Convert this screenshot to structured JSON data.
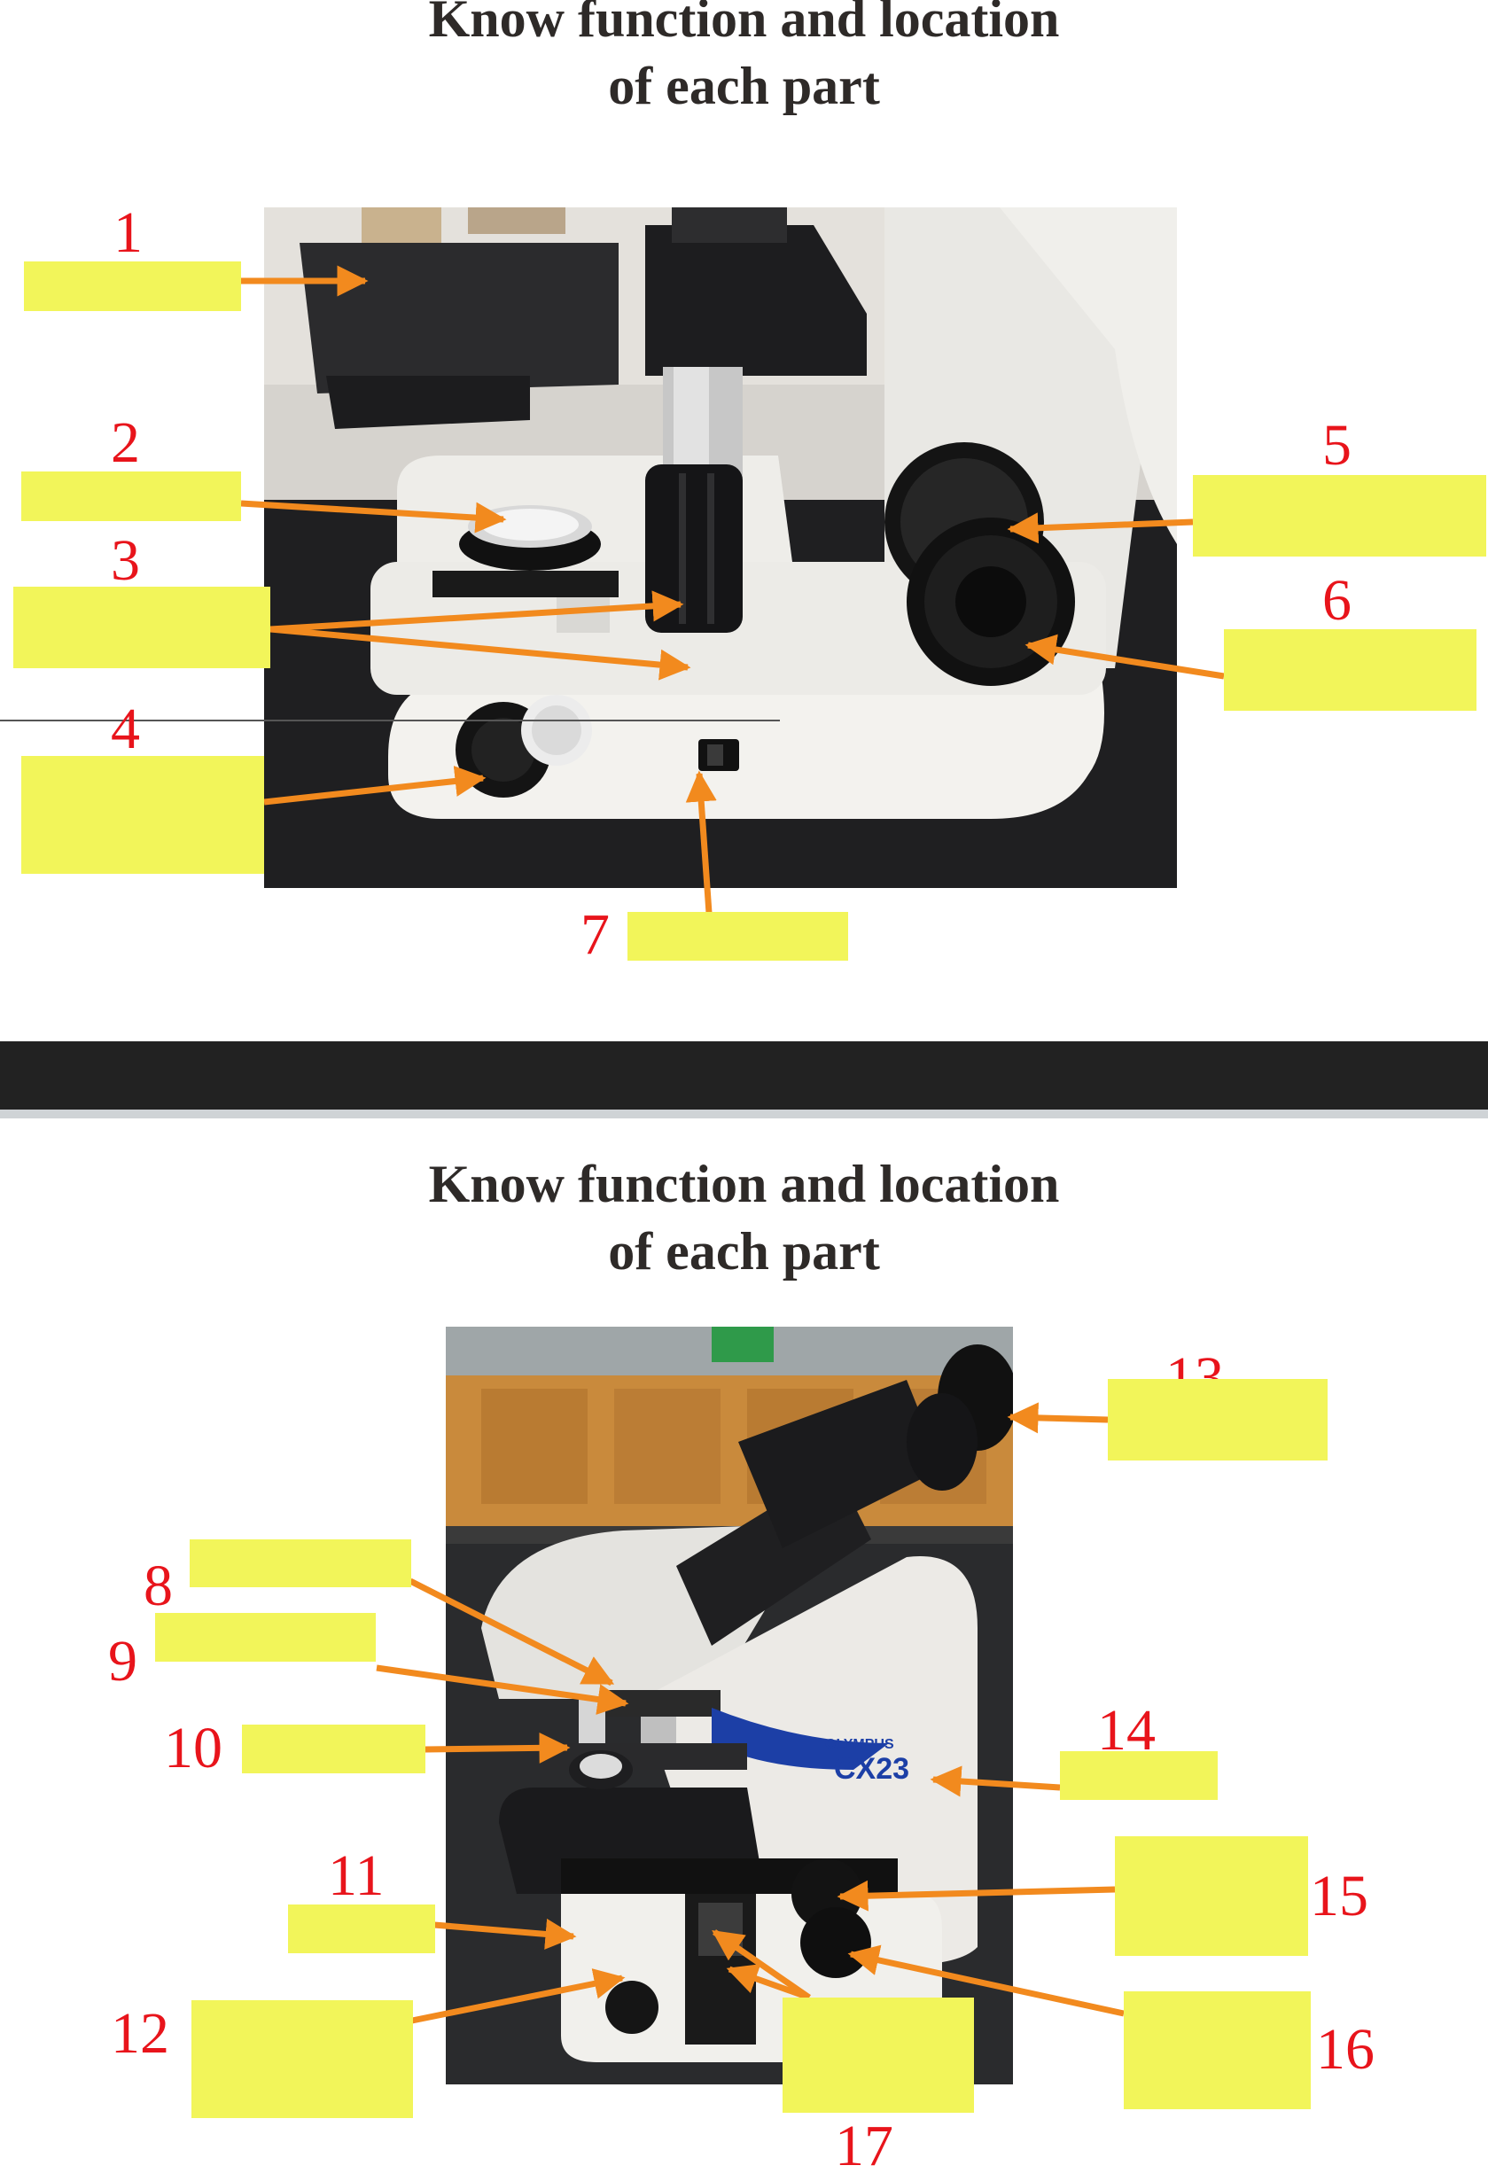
{
  "colors": {
    "number_text": "#e8141b",
    "label_box": "#f2f55a",
    "arrow": "#f28a1e",
    "title_text": "#2e2a28",
    "divider": "#222222"
  },
  "slides": [
    {
      "title_line1": "Know function and location",
      "title_line2": "of each part",
      "labels": [
        {
          "number": "1"
        },
        {
          "number": "2"
        },
        {
          "number": "3"
        },
        {
          "number": "4"
        },
        {
          "number": "5"
        },
        {
          "number": "6"
        },
        {
          "number": "7"
        }
      ]
    },
    {
      "title_line1": "Know function and location",
      "title_line2": "of each part",
      "microscope_brand": "OLYMPUS",
      "microscope_model": "CX23",
      "labels": [
        {
          "number": "8"
        },
        {
          "number": "9"
        },
        {
          "number": "10"
        },
        {
          "number": "11"
        },
        {
          "number": "12"
        },
        {
          "number": "13"
        },
        {
          "number": "14"
        },
        {
          "number": "15"
        },
        {
          "number": "16"
        },
        {
          "number": "17"
        }
      ]
    }
  ]
}
